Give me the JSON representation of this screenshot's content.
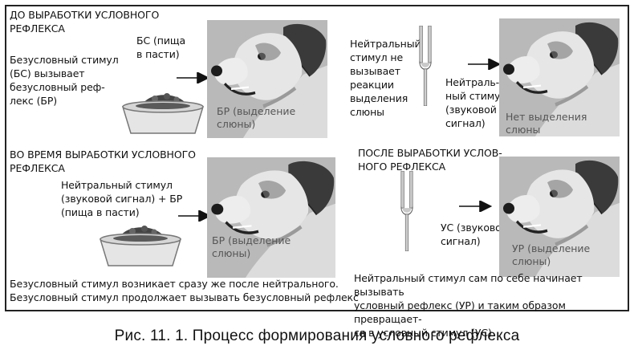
{
  "panels": {
    "before": {
      "heading": "ДО ВЫРАБОТКИ УСЛОВНОГО\nРЕФЛЕКСА",
      "stimulus": "Безусловный стимул\n(БС) вызывает\nбезусловный реф-\nлекс (БР)",
      "food_label": "БС (пища\nв пасти)",
      "dog_label": "БР (выделение\nслюны)"
    },
    "neutral": {
      "stimulus": "Нейтральный\nстимул не\nвызывает\nреакции\nвыделения\nслюны",
      "sound_label": "Нейтраль-\nный стимул\n(звуковой\nсигнал)",
      "dog_label": "Нет выделения\nслюны"
    },
    "during": {
      "heading": "ВО ВРЕМЯ ВЫРАБОТКИ УСЛОВНОГО\nРЕФЛЕКСА",
      "stimulus": "Нейтральный стимул\n(звуковой сигнал) + БР\n(пища в пасти)",
      "dog_label": "БР (выделение\nслюны)",
      "note": "Безусловный стимул возникает сразу же после нейтрального.\nБезусловный стимул продолжает вызывать безусловный рефлекс"
    },
    "after": {
      "heading": "ПОСЛЕ ВЫРАБОТКИ УСЛОВ-\nНОГО РЕФЛЕКСА",
      "sound_label": "УС (звуковой\nсигнал)",
      "dog_label": "УР (выделение\nслюны)",
      "note": "Нейтральный стимул сам по себе начинает вызывать\nусловный рефлекс (УР) и таким образом превращает-\nся в условный стимул (УС)"
    }
  },
  "caption": "Рис. 11. 1. Процесс формирования условного рефлекса"
}
